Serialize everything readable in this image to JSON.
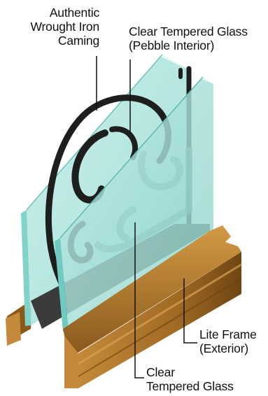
{
  "callouts": {
    "iron_caming": [
      "Authentic",
      "Wrought Iron",
      "Caming"
    ],
    "pebble_glass": [
      "Clear Tempered Glass",
      "(Pebble Interior)"
    ],
    "lite_frame": [
      "Lite Frame",
      "(Exterior)"
    ],
    "clear_glass": [
      "Clear",
      "Tempered Glass"
    ]
  },
  "colors": {
    "glass_face": "#aee3de",
    "glass_edge": "#7fd3cb",
    "iron": "#1e1e1e",
    "wood": "#b07a2e",
    "wood_dark": "#7a4e16",
    "leader": "#111111"
  }
}
